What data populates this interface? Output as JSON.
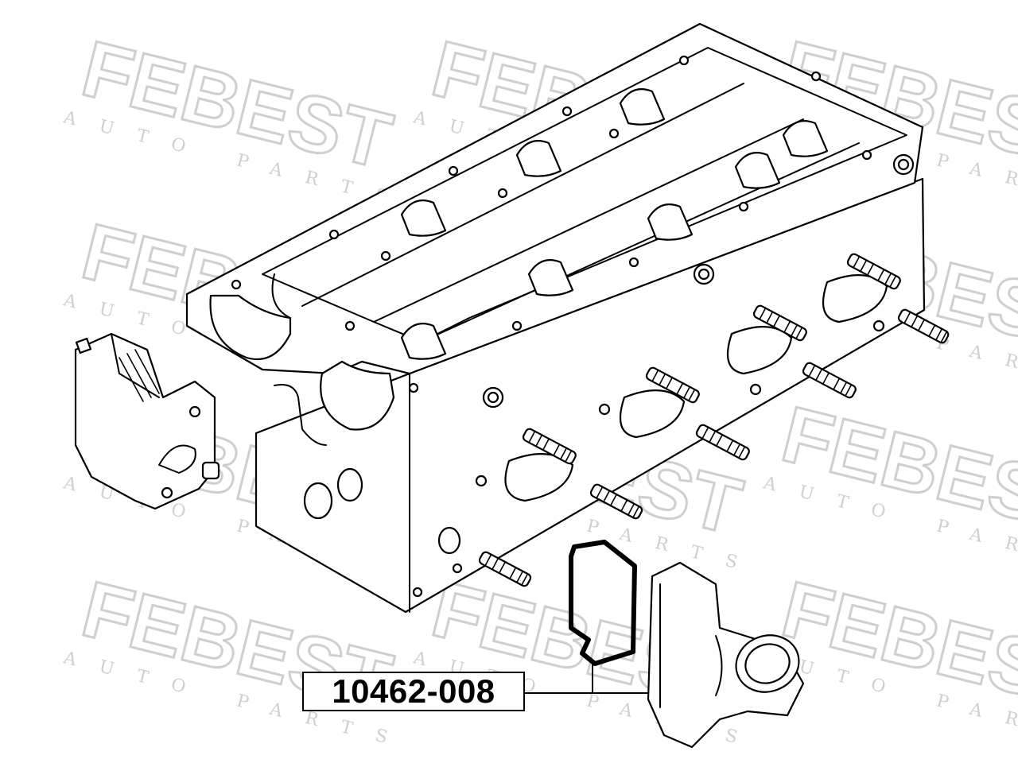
{
  "watermark": {
    "brand": "FEBEST",
    "tagline": "AUTO PARTS"
  },
  "diagram": {
    "part_number": "10462-008",
    "components": [
      "cylinder-head",
      "camshaft-bearing-caps",
      "studs",
      "sensor-bracket",
      "thermostat-housing",
      "gasket"
    ]
  }
}
